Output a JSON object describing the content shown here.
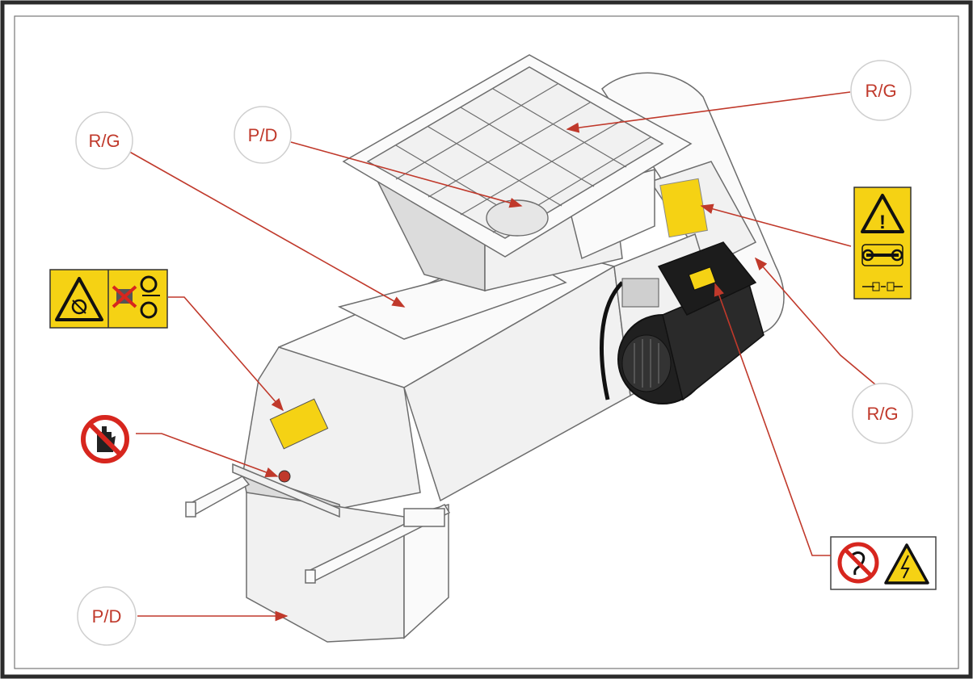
{
  "callouts": {
    "rg_top_right": "R/G",
    "rg_top_left": "R/G",
    "pd_top": "P/D",
    "rg_right": "R/G",
    "pd_bottom": "P/D"
  },
  "colors": {
    "callout_red": "#c0392b",
    "warning_yellow": "#f5d214",
    "prohibition_red": "#d7261e",
    "frame_dark": "#2b2b2b"
  },
  "icons": [
    "warning-triangle-icon",
    "wrench-icon",
    "plug-disconnect-icon",
    "moving-parts-warning-icon",
    "no-hand-icon",
    "no-water-icon",
    "electrical-warning-icon"
  ]
}
